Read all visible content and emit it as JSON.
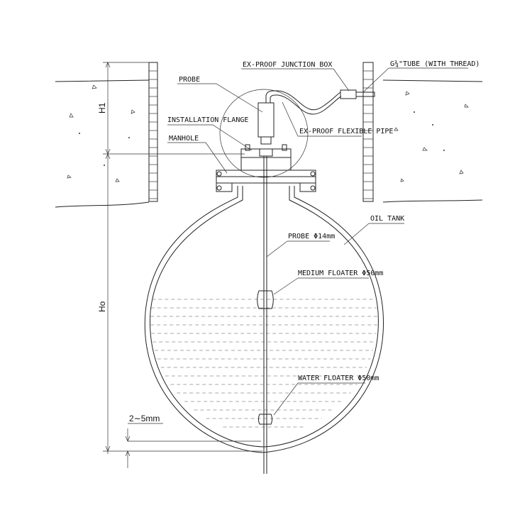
{
  "labels": {
    "probe_top": "PROBE",
    "junction_box": "EX-PROOF JUNCTION BOX",
    "tube": "G¾\"TUBE (WITH THREAD)",
    "installation_flange": "INSTALLATION FLANGE",
    "flexible_pipe": "EX-PROOF FLEXIBLE PIPE",
    "manhole": "MANHOLE",
    "oil_tank": "OIL TANK",
    "probe_dia": "PROBE Φ14mm",
    "medium_floater": "MEDIUM FLOATER Φ50mm",
    "water_floater": "WATER FLOATER Φ50mm"
  },
  "dimensions": {
    "h1": "H1",
    "h0": "Ho",
    "gap": "2∼5mm"
  },
  "colors": {
    "line": "#222222",
    "background": "#ffffff"
  }
}
